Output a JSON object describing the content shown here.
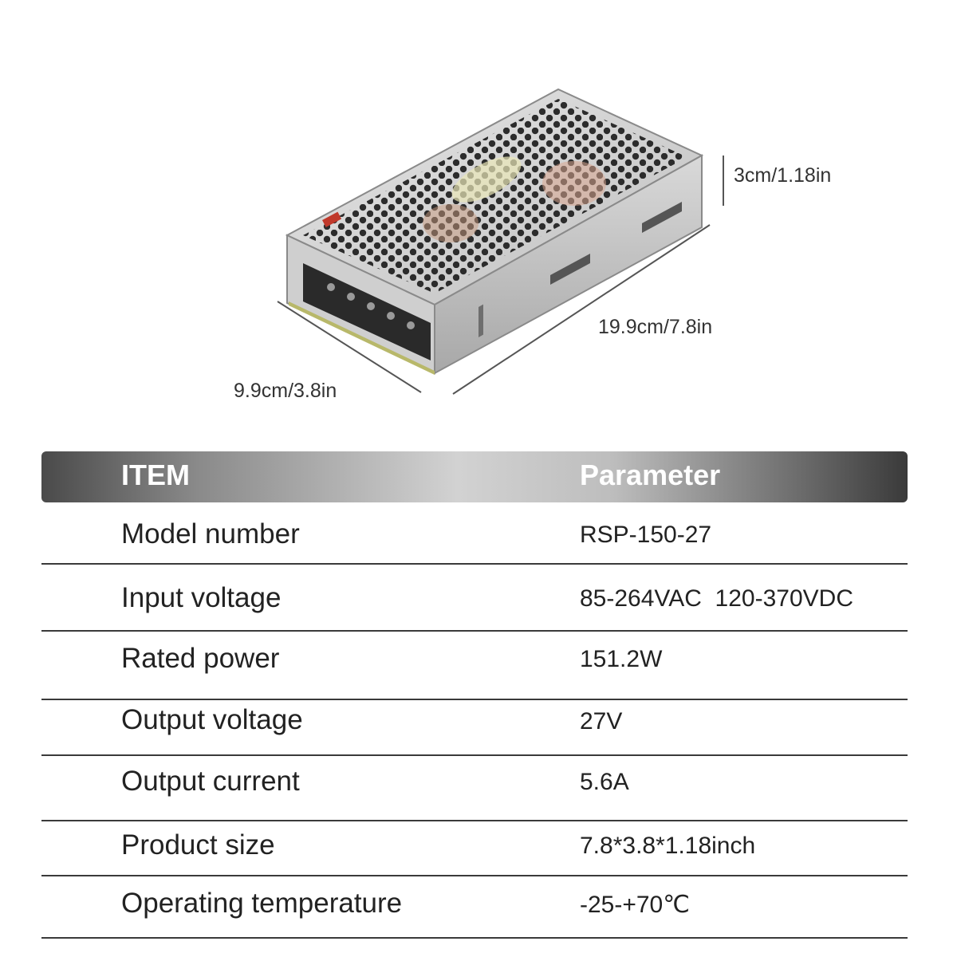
{
  "dimensions": {
    "height": "3cm/1.18in",
    "length": "19.9cm/7.8in",
    "width": "9.9cm/3.8in"
  },
  "table": {
    "header_item": "ITEM",
    "header_param": "Parameter",
    "rows": [
      {
        "item": "Model number",
        "param": "RSP-150-27"
      },
      {
        "item": "Input voltage",
        "param": "85-264VAC  120-370VDC"
      },
      {
        "item": "Rated power",
        "param": "151.2W"
      },
      {
        "item": "Output voltage",
        "param": "27V"
      },
      {
        "item": "Output current",
        "param": "5.6A"
      },
      {
        "item": "Product size",
        "param": "7.8*3.8*1.18inch"
      },
      {
        "item": "Operating temperature",
        "param": "-25-+70℃"
      }
    ]
  }
}
